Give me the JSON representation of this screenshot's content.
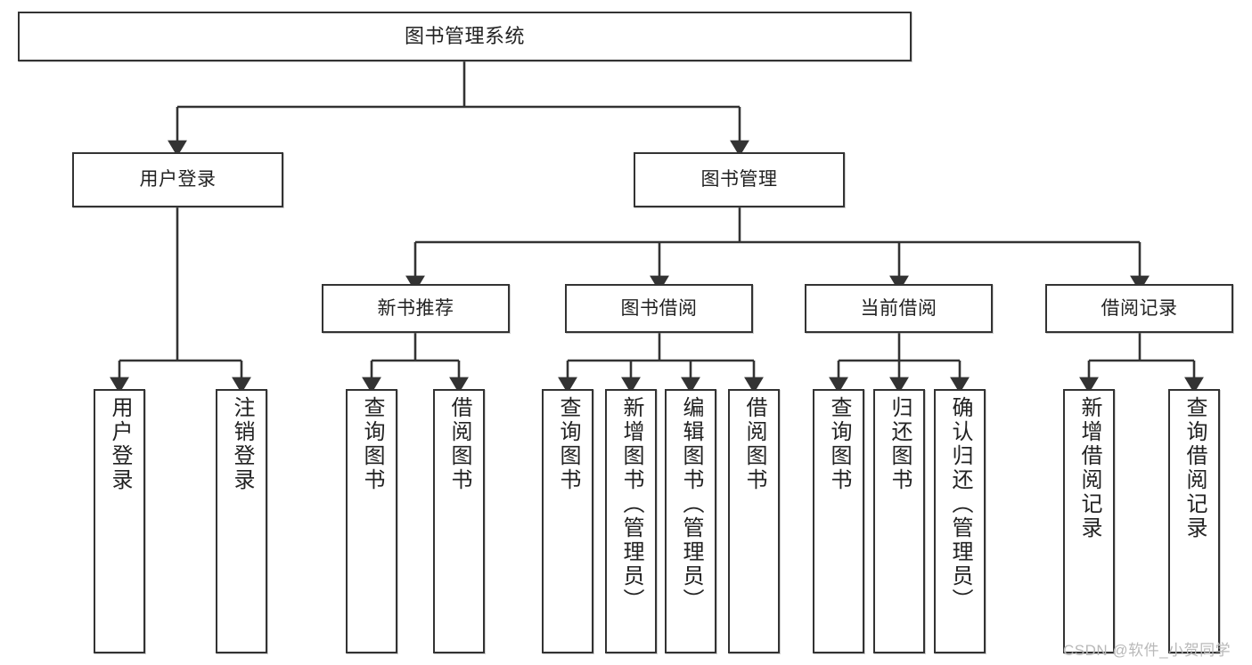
{
  "diagram": {
    "title": "图书管理系统",
    "type": "hierarchy-tree",
    "levels": 3,
    "colors": {
      "box_border": "#333333",
      "box_fill": "#ffffff",
      "line": "#333333",
      "text": "#222222",
      "watermark": "#b9b9b9"
    },
    "root": {
      "label": "图书管理系统"
    },
    "level2": [
      {
        "label": "用户登录"
      },
      {
        "label": "图书管理"
      }
    ],
    "level3": [
      {
        "label": "新书推荐"
      },
      {
        "label": "图书借阅"
      },
      {
        "label": "当前借阅"
      },
      {
        "label": "借阅记录"
      }
    ],
    "leaves": {
      "user_login": [
        {
          "label": "用户登录"
        },
        {
          "label": "注销登录"
        }
      ],
      "new_book_recommend": [
        {
          "label": "查询图书"
        },
        {
          "label": "借阅图书"
        }
      ],
      "book_borrow": [
        {
          "label": "查询图书"
        },
        {
          "label": "新增图书（管理员）"
        },
        {
          "label": "编辑图书（管理员）"
        },
        {
          "label": "借阅图书"
        }
      ],
      "current_borrow": [
        {
          "label": "查询图书"
        },
        {
          "label": "归还图书"
        },
        {
          "label": "确认归还（管理员）"
        }
      ],
      "borrow_record": [
        {
          "label": "新增借阅记录"
        },
        {
          "label": "查询借阅记录"
        }
      ]
    }
  },
  "watermark": {
    "text": "CSDN @软件_小贺同学"
  }
}
